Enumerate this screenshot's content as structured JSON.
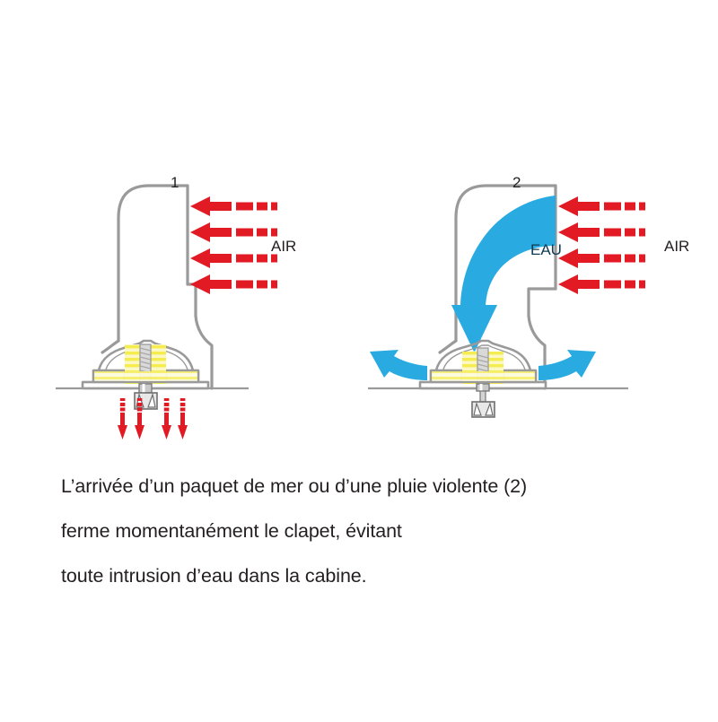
{
  "document": {
    "type": "technical-illustration",
    "subject": "cowl-vent-valve-cross-section",
    "background_color": "#ffffff"
  },
  "colors": {
    "arrow_red": "#e21a23",
    "water_blue": "#29abe2",
    "spring_yellow": "#f7ef6a",
    "outline_gray": "#9a9a9a",
    "text_dark": "#231f20",
    "eau_text": "#0e3a52"
  },
  "diagrams": [
    {
      "id": "diagram-open",
      "number_label": "1",
      "flow_label": "AIR",
      "state": "valve-open-air-flows-in",
      "air_arrow_count": 4,
      "down_arrow_count": 4
    },
    {
      "id": "diagram-closed",
      "number_label": "2",
      "flow_label": "AIR",
      "water_label": "EAU",
      "state": "valve-closed-water-deflected",
      "air_arrow_count": 4,
      "water_outflow_arrow_count": 2
    }
  ],
  "caption": {
    "lines": [
      "L’arrivée d’un paquet de mer ou d’une pluie violente (2)",
      "ferme momentanément le clapet, évitant",
      "toute intrusion d’eau dans la cabine."
    ],
    "line1": "L’arrivée d’un paquet de mer ou d’une pluie violente (2)",
    "line2": "ferme momentanément le clapet, évitant",
    "line3": "toute intrusion d’eau dans la cabine."
  }
}
